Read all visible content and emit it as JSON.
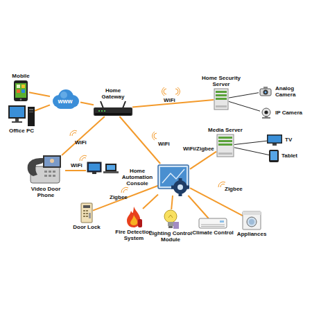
{
  "diagram": {
    "nodes": [
      {
        "text": [
          "Mobile"
        ]
      },
      {
        "text": [
          "Office PC"
        ]
      },
      {
        "text": [
          "www"
        ]
      },
      {
        "text": [
          "Home Gateway"
        ]
      },
      {
        "text": [
          "Home Security Server"
        ]
      },
      {
        "text": [
          "Analog Camera"
        ]
      },
      {
        "text": [
          "IP Camera"
        ]
      },
      {
        "text": [
          "Media Server"
        ]
      },
      {
        "text": [
          "TV"
        ]
      },
      {
        "text": [
          "Tablet"
        ]
      },
      {
        "text": [
          "Video Door Phone"
        ]
      },
      {
        "text": [
          "Home Automation Console"
        ]
      },
      {
        "text": [
          "Door Lock"
        ]
      },
      {
        "text": [
          "Fire Detection System"
        ]
      },
      {
        "text": [
          "Lighting Control Module"
        ]
      },
      {
        "text": [
          "Climate Control"
        ]
      },
      {
        "text": [
          "Appliances"
        ]
      }
    ],
    "edges": [
      {
        "from": 0,
        "to": 2,
        "arrow": "none"
      },
      {
        "from": 1,
        "to": 2,
        "arrow": "none"
      },
      {
        "from": 2,
        "to": 3,
        "arrow": "none"
      },
      {
        "from": 3,
        "to": 4,
        "label": "WiFi",
        "arrow": "none"
      },
      {
        "from": 4,
        "to": 5,
        "arrow": "none"
      },
      {
        "from": 4,
        "to": 6,
        "arrow": "none"
      },
      {
        "from": 3,
        "to": 10,
        "label": "WiFi",
        "arrow": "none"
      },
      {
        "from": 3,
        "to": 11,
        "label": "WiFi",
        "arrow": "none"
      },
      {
        "from": 11,
        "to": 7,
        "label": "WiFi/Zigbee",
        "arrow": "none"
      },
      {
        "from": 7,
        "to": 8,
        "arrow": "none"
      },
      {
        "from": 7,
        "to": 9,
        "arrow": "none"
      },
      {
        "from": 11,
        "to": 12,
        "label": "Zigbee",
        "arrow": "none"
      },
      {
        "from": 11,
        "to": 13,
        "arrow": "none"
      },
      {
        "from": 11,
        "to": 14,
        "arrow": "none"
      },
      {
        "from": 11,
        "to": 15,
        "arrow": "none"
      },
      {
        "from": 11,
        "to": 16,
        "label": "Zigbee",
        "arrow": "none"
      }
    ],
    "labels": [
      "WiFi"
    ]
  }
}
